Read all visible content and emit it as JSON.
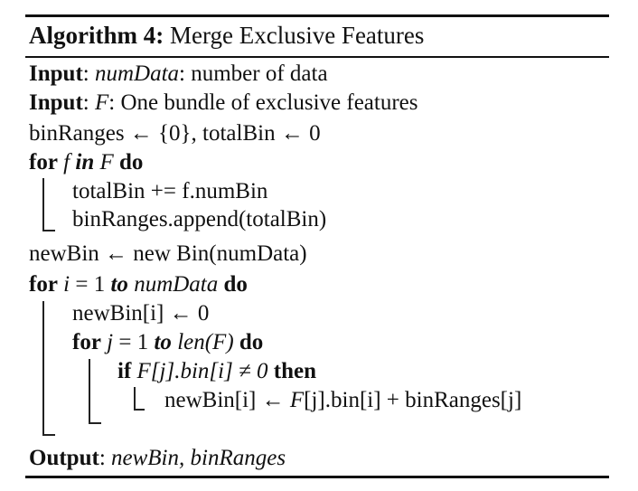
{
  "algorithm": {
    "label": "Algorithm 4:",
    "title": "Merge Exclusive Features"
  },
  "lines": {
    "input1_kw": "Input",
    "input1_var": "numData",
    "input1_desc": ": number of data",
    "input2_kw": "Input",
    "input2_var": "F",
    "input2_desc": ": One bundle of exclusive features",
    "init": "binRanges ← {0}, totalBin ← 0",
    "for1_kw": "for",
    "for1_var": "f",
    "for1_in": "in",
    "for1_set": "F",
    "for1_do": "do",
    "body1a": "totalBin += f.numBin",
    "body1b": "binRanges.append(totalBin)",
    "newbin": "newBin ← new   Bin(numData)",
    "for2_kw": "for",
    "for2_var": "i",
    "for2_eq": " = 1 ",
    "for2_to": "to",
    "for2_end": "numData",
    "for2_do": "do",
    "body2a": "newBin[i] ← 0",
    "for3_kw": "for",
    "for3_var": "j",
    "for3_eq": " = 1 ",
    "for3_to": "to",
    "for3_end": "len(F)",
    "for3_do": "do",
    "if_kw": "if",
    "if_cond": "F[j].bin[i] ≠ 0",
    "then_kw": "then",
    "assign_pre": "newBin[i] ← ",
    "assign_F": "F",
    "assign_post": "[j].bin[i] + binRanges[j]",
    "output_kw": "Output",
    "output_vals": "newBin, binRanges"
  }
}
